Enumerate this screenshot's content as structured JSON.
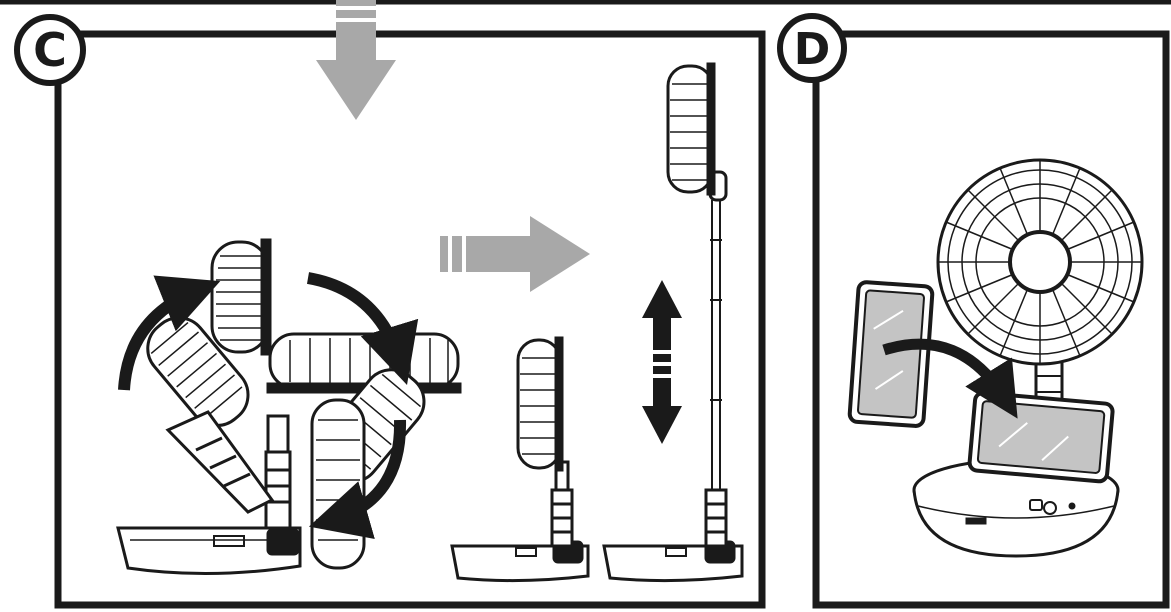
{
  "panels": [
    {
      "id": "C",
      "label": "C"
    },
    {
      "id": "D",
      "label": "D"
    }
  ],
  "colors": {
    "ink": "#1a1a1a",
    "arrow_gray": "#a8a8a8",
    "screen_gray": "#c4c4c4",
    "background": "#ffffff"
  },
  "icons": {
    "top_arrow": "gray-down-arrow-icon",
    "right_arrow": "gray-right-arrow-icon",
    "height_arrow": "black-up-down-arrow-icon",
    "rotate_arrows": "curved-black-arrow-icon",
    "phone_arrow": "curved-black-arrow-icon"
  }
}
